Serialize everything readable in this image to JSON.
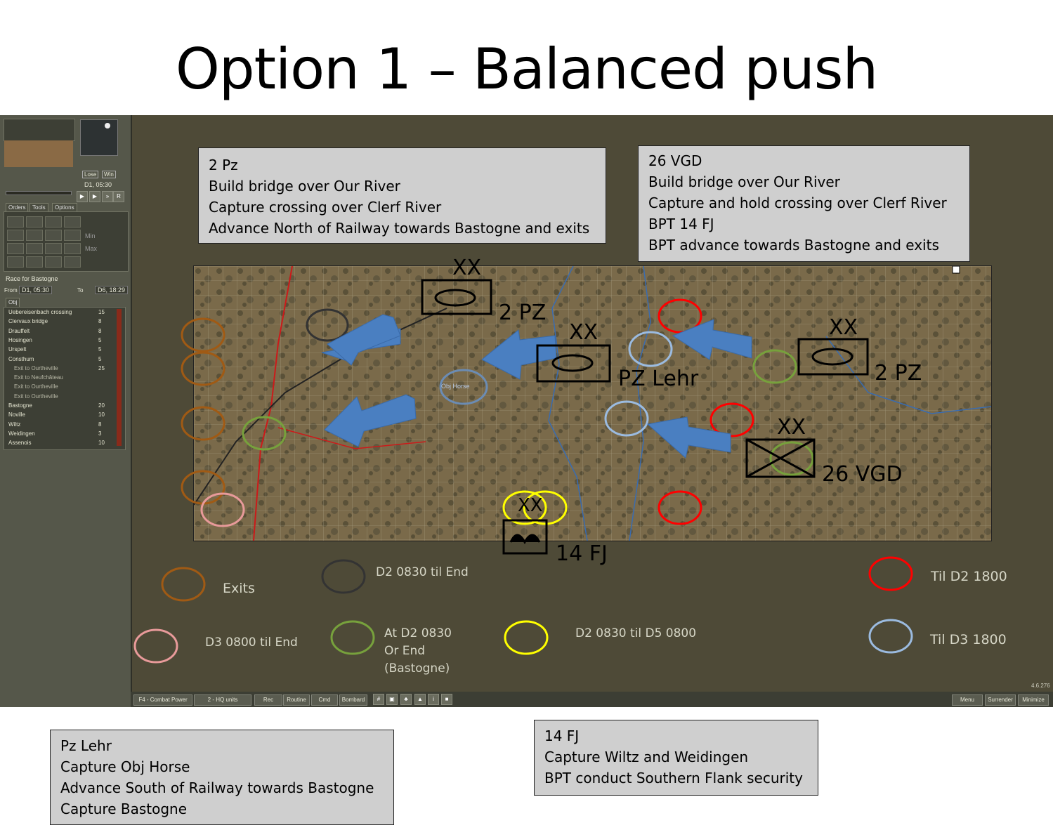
{
  "slide": {
    "title": "Option 1 – Balanced push"
  },
  "sidebar": {
    "date": "D1, 05:30",
    "lose_label": "Lose",
    "win_label": "Win",
    "tabs": [
      "Orders",
      "Tools",
      "Options"
    ],
    "min_label": "Min",
    "max_label": "Max",
    "scenario": "Race for Bastogne",
    "from_label": "From",
    "from_value": "D1, 05:30",
    "to_label": "To",
    "to_value": "D6, 18:29",
    "obj_tab": "Obj",
    "objectives": [
      {
        "name": "Uebereisenbach crossing",
        "value": "15"
      },
      {
        "name": "Clervaux bridge",
        "value": "8"
      },
      {
        "name": "Drauffelt",
        "value": "8"
      },
      {
        "name": "Hosingen",
        "value": "5"
      },
      {
        "name": "Urspelt",
        "value": "5"
      },
      {
        "name": "Consthum",
        "value": "5"
      },
      {
        "name": "Exit to Ourtheville",
        "value": "25"
      },
      {
        "name": "Exit to Neufchâteau",
        "value": ""
      },
      {
        "name": "Exit to Ourtheville",
        "value": ""
      },
      {
        "name": "Exit to Ourtheville",
        "value": ""
      },
      {
        "name": "Bastogne",
        "value": "20"
      },
      {
        "name": "Noville",
        "value": "10"
      },
      {
        "name": "Wiltz",
        "value": "8"
      },
      {
        "name": "Weidingen",
        "value": "3"
      },
      {
        "name": "Assenois",
        "value": "10"
      }
    ]
  },
  "bottom_bar": {
    "buttons": [
      "F4 - Combat Power",
      "2 - HQ units",
      "Rec",
      "Routine",
      "Cmd",
      "Bombard"
    ],
    "right_buttons": [
      "Menu",
      "Surrender",
      "Minimize"
    ],
    "version": "4.6.276"
  },
  "notes": {
    "pz2": [
      "2 Pz",
      "Build bridge over Our River",
      "Capture crossing over Clerf River",
      "Advance North of Railway towards Bastogne and exits"
    ],
    "vgd26": [
      "26 VGD",
      "Build bridge over Our River",
      "Capture and hold crossing over Clerf River",
      "BPT 14 FJ",
      "BPT advance towards Bastogne and exits"
    ],
    "pzlehr": [
      "Pz Lehr",
      "Capture Obj Horse",
      "Advance South of Railway towards Bastogne",
      "Capture Bastogne"
    ],
    "fj14": [
      "14 FJ",
      "Capture Wiltz and Weidingen",
      "BPT conduct Southern Flank security"
    ]
  },
  "map_labels": {
    "xx": "XX",
    "pz2": "2 PZ",
    "pzlehr": "PZ Lehr",
    "vgd26": "26 VGD",
    "fj14": "14 FJ",
    "obj_horse": "Obj Horse"
  },
  "legend": {
    "exits": "Exits",
    "d2_end": "D2 0830 til End",
    "til_d2": "Til D2 1800",
    "d3_end": "D3 0800 til  End",
    "at_d2": [
      "At D2 0830",
      "Or End",
      "(Bastogne)"
    ],
    "d2_d5": "D2 0830 til D5 0800",
    "til_d3": "Til D3 1800"
  },
  "colors": {
    "exits": "#a05a14",
    "d2_end": "#333333",
    "til_d2": "#ff0000",
    "d3_end": "#e89a9a",
    "at_d2": "#77a13c",
    "d2_d5": "#ffff00",
    "til_d3": "#9bbbe0",
    "arrow": "#4a7fc1",
    "game_bg": "#4e4a37"
  }
}
